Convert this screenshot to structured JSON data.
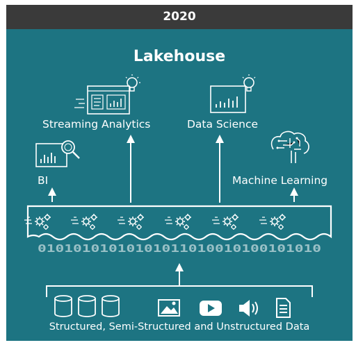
{
  "header": {
    "year": "2020"
  },
  "diagram": {
    "title": "Lakehouse",
    "consumers": {
      "streaming_analytics": "Streaming Analytics",
      "data_science": "Data Science",
      "bi": "BI",
      "machine_learning": "Machine Learning"
    },
    "binary_stream": "01010101010101011010010100101010",
    "sources_label": "Structured, Semi-Structured and Unstructured Data",
    "source_icons": [
      "database-icon",
      "database-icon",
      "database-icon",
      "image-icon",
      "video-icon",
      "audio-icon",
      "document-icon"
    ],
    "colors": {
      "background": "#1d7482",
      "header": "#3a3a3a",
      "foreground": "#ffffff"
    }
  }
}
